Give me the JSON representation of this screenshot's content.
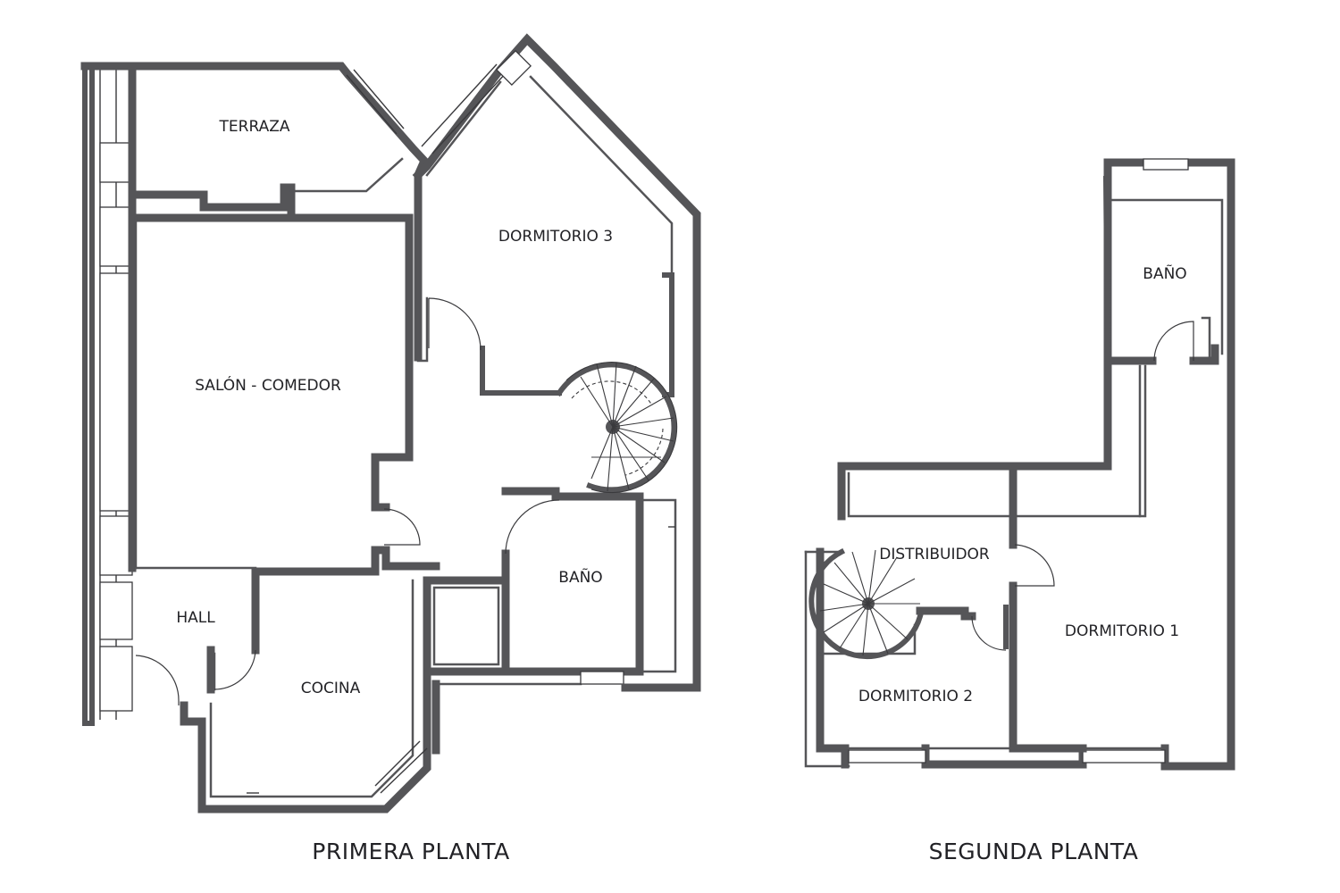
{
  "plans": [
    {
      "title": "PRIMERA  PLANTA",
      "rooms": {
        "terraza": "TERRAZA",
        "dormitorio_3": "DORMITORIO 3",
        "salon_comedor": "SALÓN - COMEDOR",
        "bano": "BAÑO",
        "hall": "HALL",
        "cocina": "COCINA"
      }
    },
    {
      "title": "SEGUNDA PLANTA",
      "rooms": {
        "bano": "BAÑO",
        "distribuidor": "DISTRIBUIDOR",
        "dormitorio_1": "DORMITORIO 1",
        "dormitorio_2": "DORMITORIO 2"
      }
    }
  ]
}
